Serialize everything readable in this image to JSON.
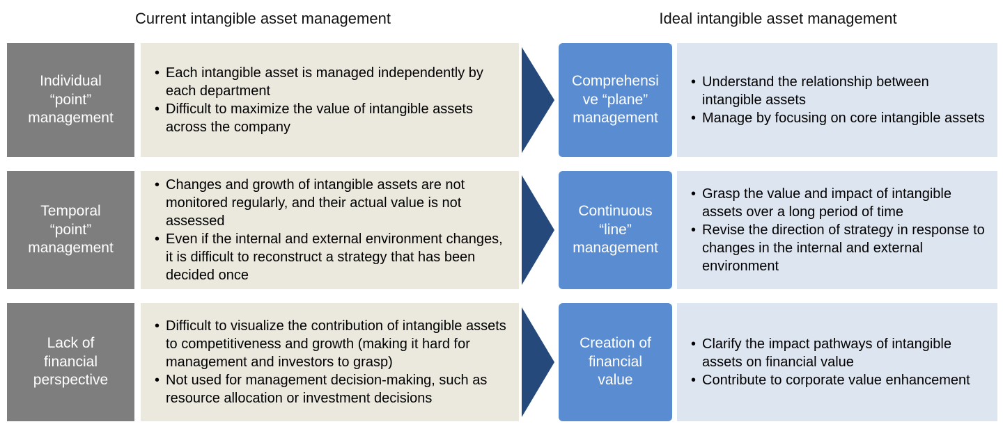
{
  "titles": {
    "left": "Current intangible asset management",
    "right": "Ideal intangible asset management"
  },
  "colors": {
    "current_label_bg": "#7e7e7e",
    "current_desc_bg": "#ebe9dd",
    "arrow_color": "#24497a",
    "ideal_label_bg": "#5a8cd2",
    "ideal_desc_bg": "#dde5f1",
    "title_color": "#111111",
    "label_text": "#ffffff",
    "body_text": "#000000"
  },
  "icons": {
    "arrow": "right-arrow"
  },
  "rows": [
    {
      "current_label": "Individual\n“point”\nmanagement",
      "current_points": [
        "Each intangible asset is managed independently by each department",
        "Difficult to maximize the value of intangible assets across the company"
      ],
      "ideal_label": "Comprehensi\nve “plane”\nmanagement",
      "ideal_points": [
        "Understand the relationship between intangible assets",
        "Manage by focusing on core intangible assets"
      ]
    },
    {
      "current_label": "Temporal\n“point”\nmanagement",
      "current_points": [
        "Changes and growth of intangible assets are not monitored regularly, and their actual value is not assessed",
        "Even if the internal and external environment changes, it is difficult to reconstruct a strategy that has been decided once"
      ],
      "ideal_label": "Continuous\n“line”\nmanagement",
      "ideal_points": [
        "Grasp the value and impact of intangible assets over a long period of time",
        "Revise the direction of strategy in response to changes in the internal and external environment"
      ]
    },
    {
      "current_label": "Lack of\nfinancial\nperspective",
      "current_points": [
        "Difficult to visualize the contribution of intangible assets to competitiveness and growth (making it hard for management and investors to grasp)",
        "Not used for management decision-making, such as resource allocation or investment decisions"
      ],
      "ideal_label": "Creation of\nfinancial\nvalue",
      "ideal_points": [
        "Clarify the impact pathways of intangible assets on financial value",
        "Contribute to corporate value enhancement"
      ]
    }
  ]
}
